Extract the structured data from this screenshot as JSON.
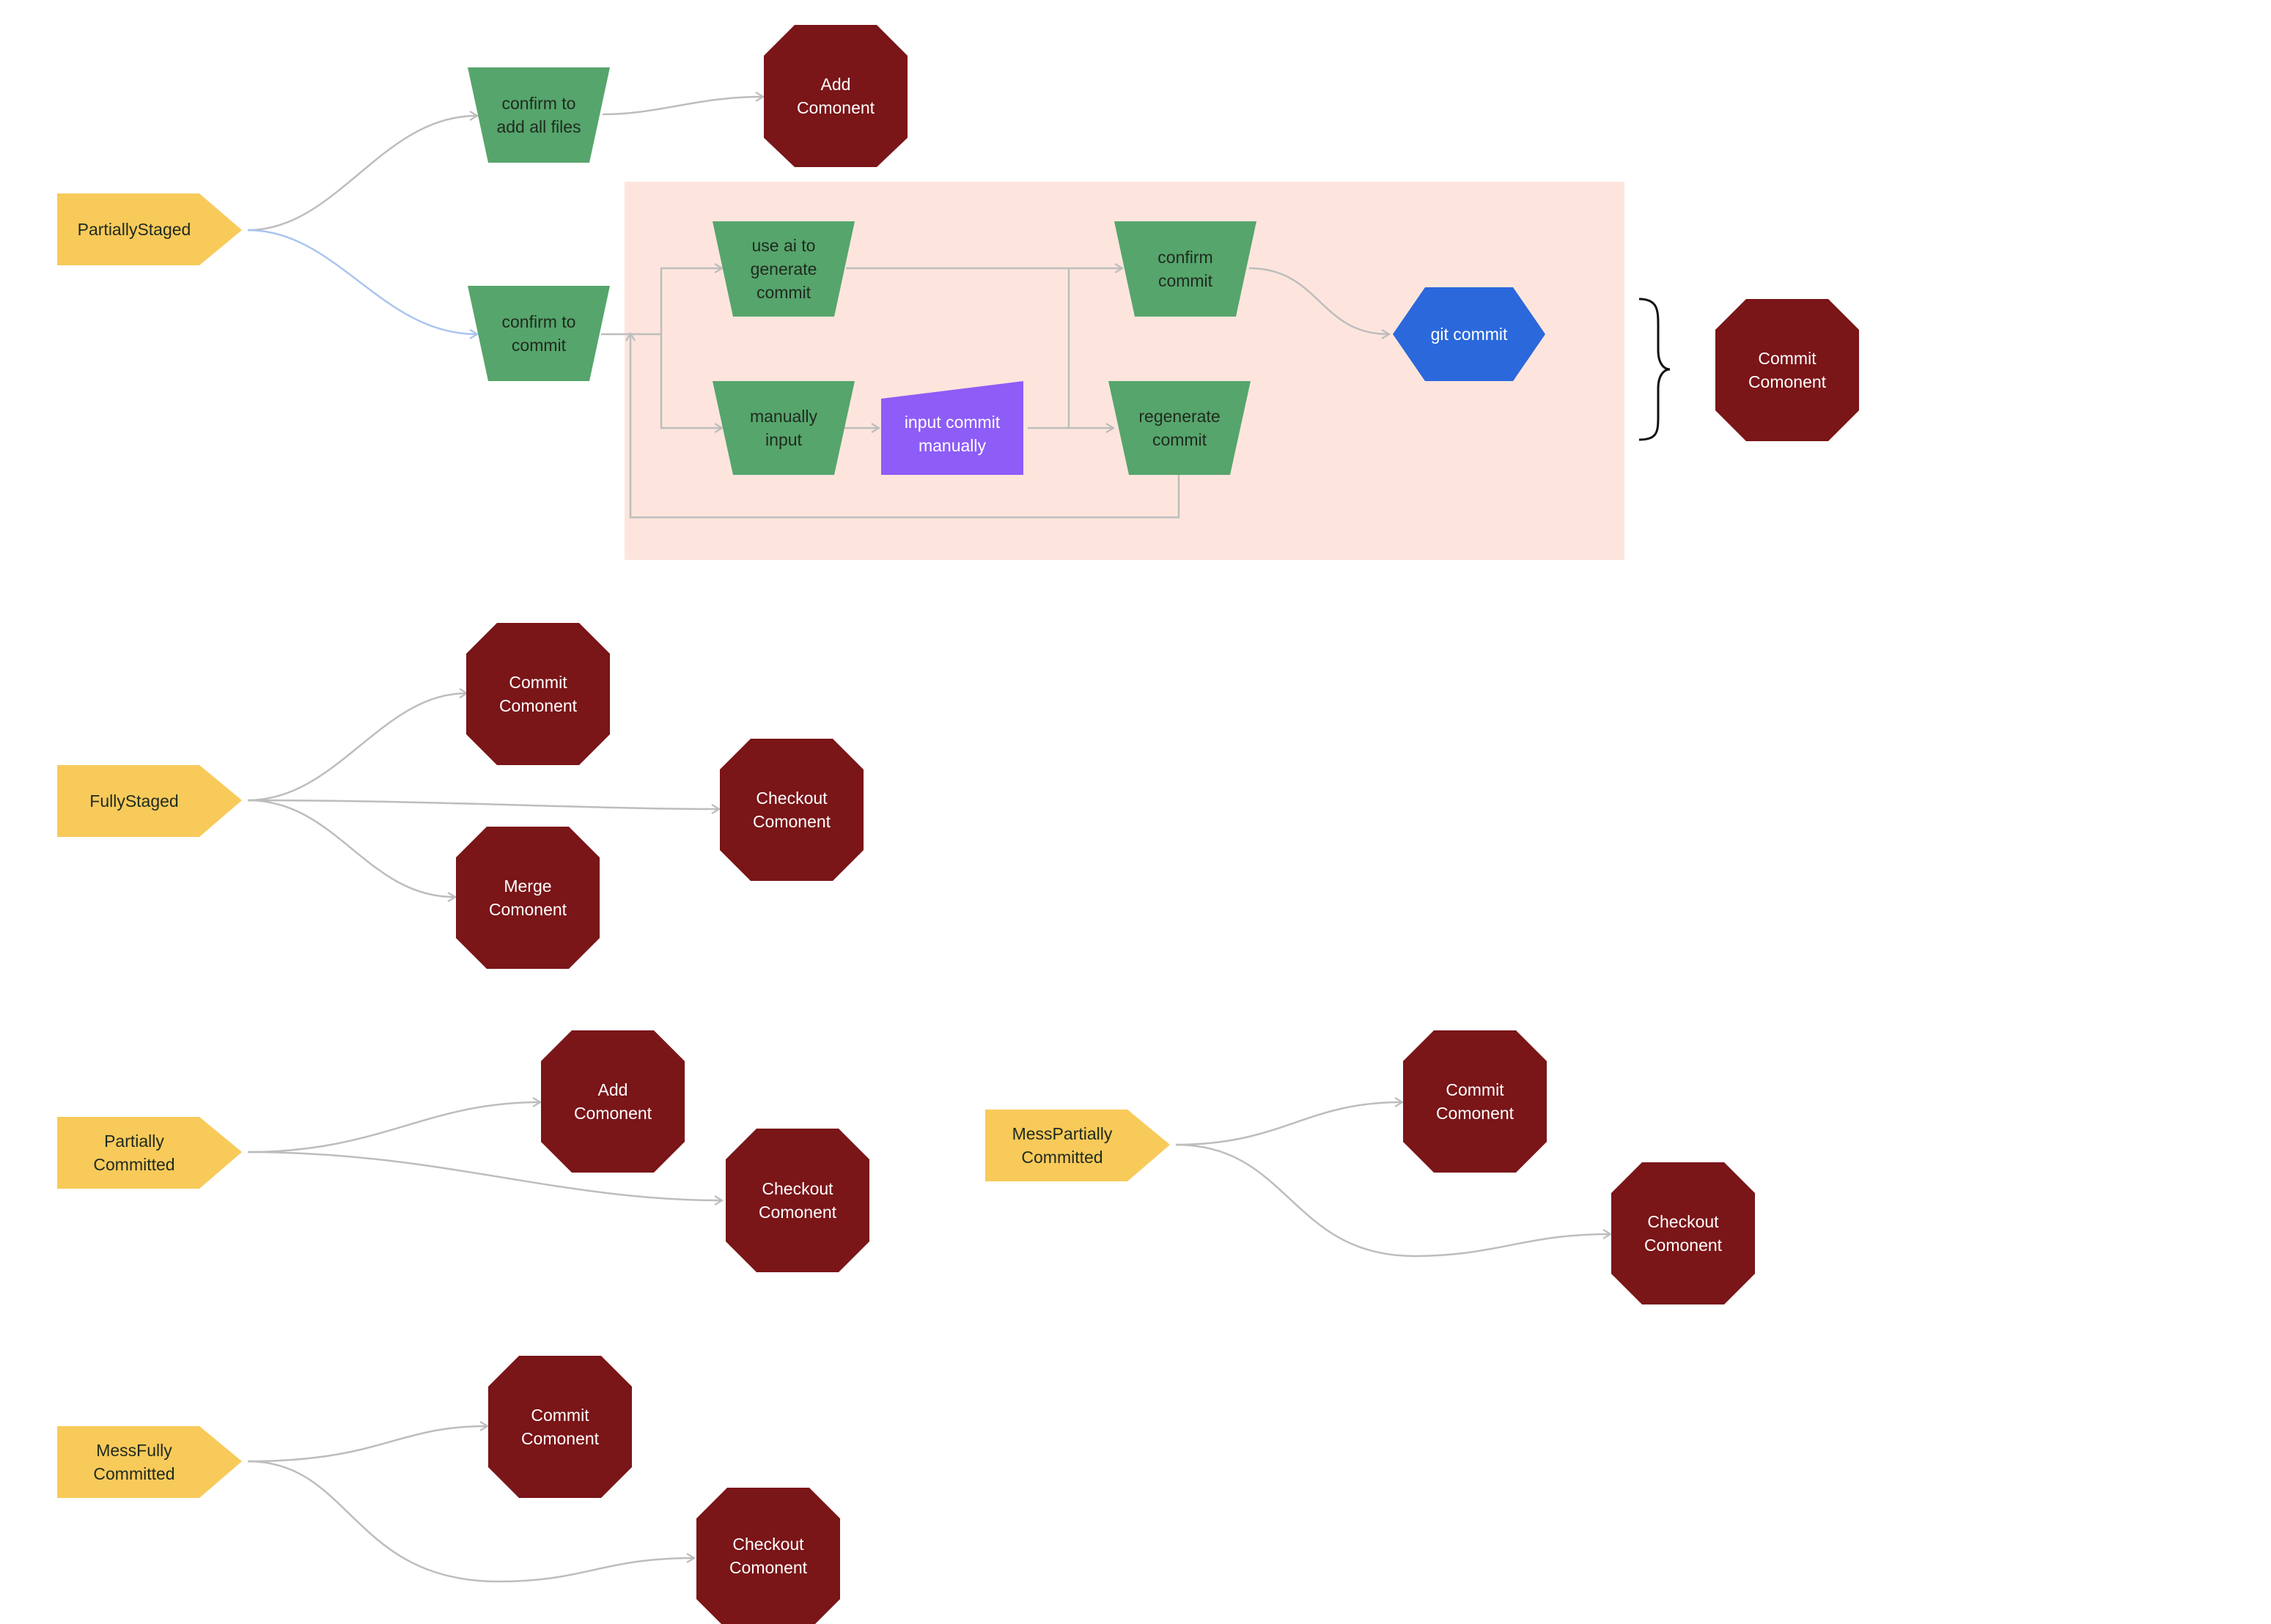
{
  "nodes": {
    "partially_staged": "PartiallyStaged",
    "confirm_add_all": "confirm to\nadd all files",
    "add_comp_1": "Add\nComonent",
    "confirm_commit": "confirm to\ncommit",
    "use_ai": "use ai to\ngenerate\ncommit",
    "manually_input": "manually\ninput",
    "input_commit_manually": "input commit\nmanually",
    "confirm_commit_2": "confirm\ncommit",
    "regenerate_commit": "regenerate\ncommit",
    "git_commit": "git commit",
    "commit_comp_1": "Commit\nComonent",
    "fully_staged": "FullyStaged",
    "commit_comp_2": "Commit\nComonent",
    "checkout_comp_1": "Checkout\nComonent",
    "merge_comp": "Merge\nComonent",
    "partially_committed": "Partially\nCommitted",
    "add_comp_2": "Add\nComonent",
    "checkout_comp_2": "Checkout\nComonent",
    "mess_partially_committed": "MessPartially\nCommitted",
    "commit_comp_3": "Commit\nComonent",
    "checkout_comp_3": "Checkout\nComonent",
    "mess_fully_committed": "MessFully\nCommitted",
    "commit_comp_4": "Commit\nComonent",
    "checkout_comp_4": "Checkout\nComonent"
  },
  "colors": {
    "state_yellow": "#F8CA5A",
    "action_green": "#56A56C",
    "component_red": "#7A1518",
    "input_purple": "#8E5CF7",
    "commit_blue": "#2A68DB",
    "group_bg": "#FDE5DD",
    "edge_gray": "#BDBDBD",
    "edge_blue": "#A9C4F0"
  }
}
